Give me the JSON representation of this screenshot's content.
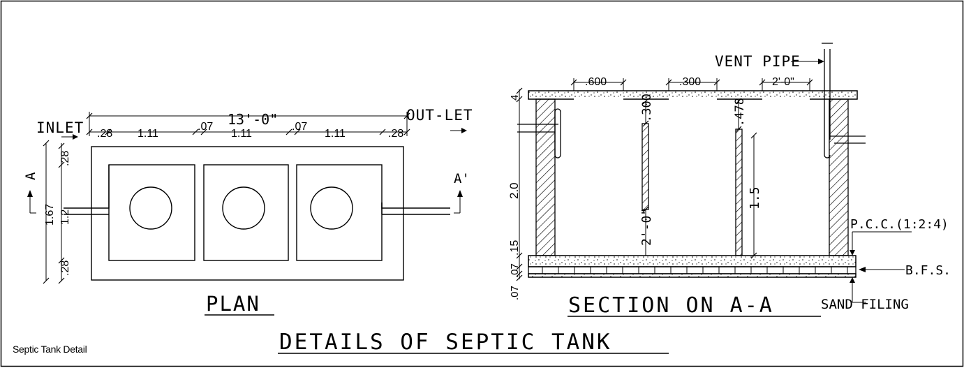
{
  "plan": {
    "title": "PLAN",
    "inlet": "INLET",
    "outlet": "OUT-LET",
    "overall_length": "13'-0\"",
    "dims_top": [
      ".28",
      "1.11",
      ".07",
      "1.11",
      ".07",
      "1.11",
      ".28"
    ],
    "dims_left": [
      ".28",
      "1.67",
      "1.2",
      ".28"
    ],
    "section_mark_left": "A",
    "section_mark_right": "A'"
  },
  "section": {
    "title": "SECTION ON A-A",
    "vent_pipe": "VENT PIPE",
    "top_dims": [
      ".600",
      ".300",
      "2'-0\""
    ],
    "dim_1_5": "1.5",
    "dim_2_0": "2.0",
    "dim_4": "4",
    "dim_15": ".15",
    "dim_07a": ".07",
    "dim_07b": ".07",
    "dim_300": ".300",
    "dim_478": ".478",
    "dim_2_0_baffle": "2'-0\"",
    "pcc": "P.C.C.(1:2:4)",
    "bfs": "B.F.S.",
    "sand": "SAND FILING"
  },
  "drawing_title": "DETAILS OF SEPTIC TANK",
  "caption": "Septic Tank Detail"
}
